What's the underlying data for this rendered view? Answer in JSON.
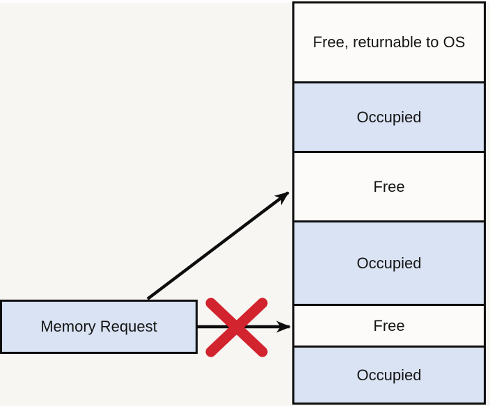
{
  "diagram": {
    "request_box": {
      "label": "Memory Request"
    },
    "memory_map": {
      "blocks": [
        {
          "label": "Free, returnable to OS",
          "type": "free"
        },
        {
          "label": "Occupied",
          "type": "occupied"
        },
        {
          "label": "Free",
          "type": "free"
        },
        {
          "label": "Occupied",
          "type": "occupied"
        },
        {
          "label": "Free",
          "type": "free"
        },
        {
          "label": "Occupied",
          "type": "occupied"
        }
      ]
    },
    "arrows": [
      {
        "id": "arrow-to-large-free-block",
        "target_label": "Free",
        "status": "allowed"
      },
      {
        "id": "arrow-to-small-free-block",
        "target_label": "Free",
        "status": "rejected"
      }
    ],
    "reject_icon": "red-x-icon"
  },
  "colors": {
    "background": "#F7F6F3",
    "free_fill": "#FCFBF9",
    "occupied_fill": "#D9E3F3",
    "outline": "#0D0D0D",
    "arrow": "#0D0D0D",
    "reject_x": "#D2242E",
    "text": "#151515"
  }
}
